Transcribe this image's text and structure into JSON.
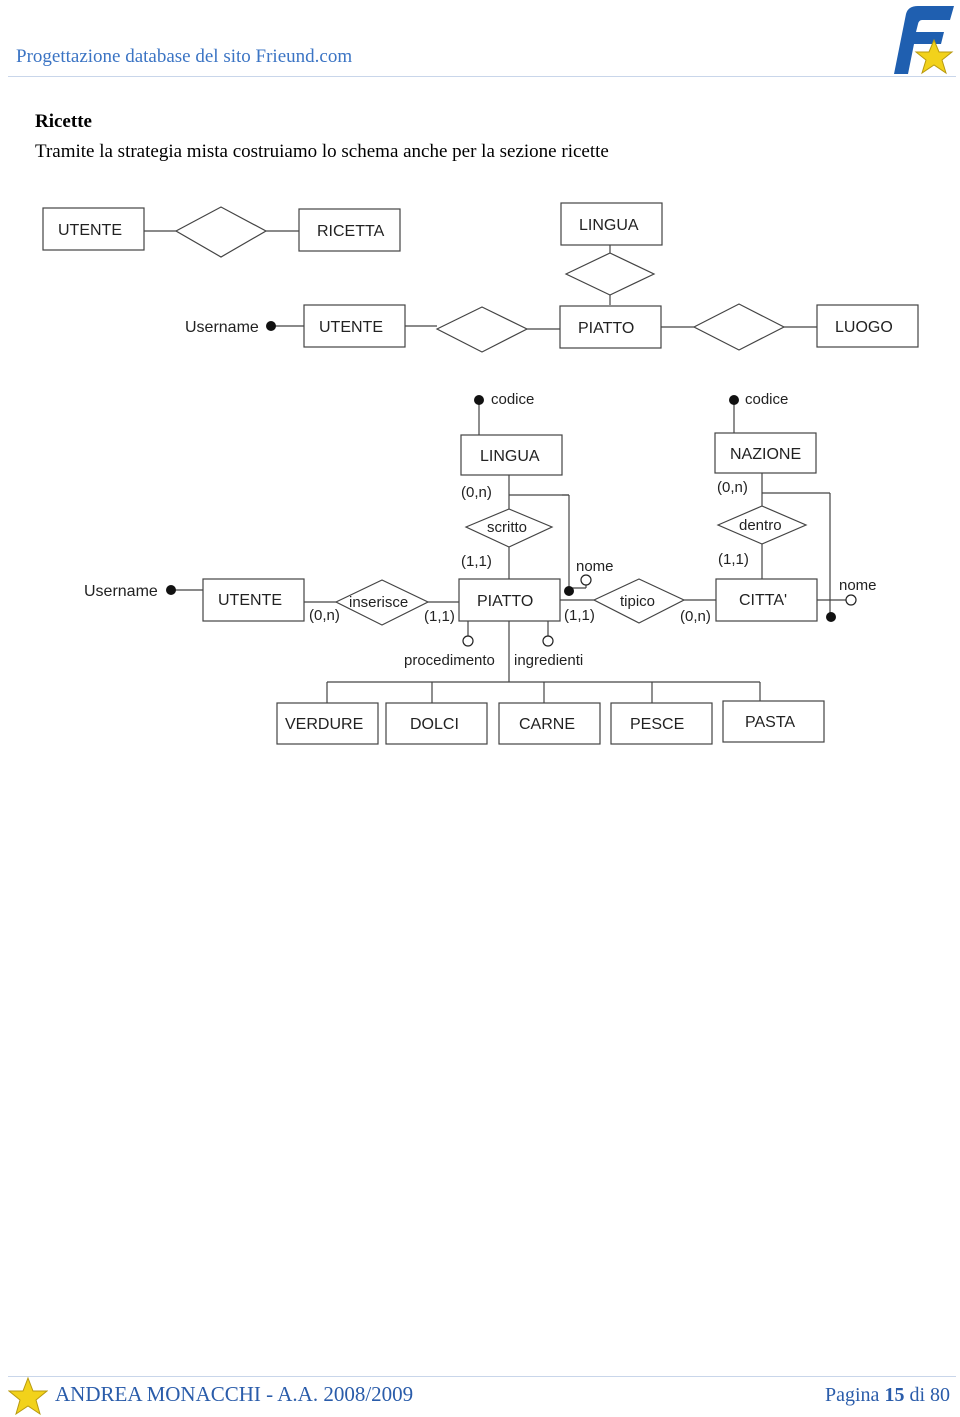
{
  "header": {
    "title": "Progettazione database del sito Frieund.com"
  },
  "section": {
    "title": "Ricette",
    "intro": "Tramite la strategia mista costruiamo lo schema anche per la sezione ricette"
  },
  "diagram": {
    "top": {
      "utente1": "UTENTE",
      "ricetta": "RICETTA",
      "lingua": "LINGUA",
      "username": "Username",
      "utente2": "UTENTE",
      "piatto": "PIATTO",
      "luogo": "LUOGO"
    },
    "bottom": {
      "lingua": "LINGUA",
      "nazione": "NAZIONE",
      "codice_lingua": "codice",
      "codice_nazione": "codice",
      "card_lingua": "(0,n)",
      "card_nazione": "(0,n)",
      "scritto": "scritto",
      "dentro": "dentro",
      "card_scritto_piatto": "(1,1)",
      "card_dentro_citta": "(1,1)",
      "nome_piatto": "nome",
      "nome_citta": "nome",
      "username": "Username",
      "utente": "UTENTE",
      "card_utente": "(0,n)",
      "inserisce": "inserisce",
      "card_inserisce_piatto": "(1,1)",
      "piatto": "PIATTO",
      "card_piatto_tipico": "(1,1)",
      "tipico": "tipico",
      "card_citta_tipico": "(0,n)",
      "citta": "CITTA'",
      "procedimento": "procedimento",
      "ingredienti": "ingredienti",
      "verdure": "VERDURE",
      "dolci": "DOLCI",
      "carne": "CARNE",
      "pesce": "PESCE",
      "pasta": "PASTA"
    }
  },
  "footer": {
    "author": "ANDREA MONACCHI - A.A. 2008/2009",
    "page_prefix": "Pagina",
    "page_number": "15",
    "page_mid": "di",
    "page_total": "80"
  },
  "colors": {
    "header_blue": "#3b74c4",
    "footer_blue": "#2a5caa",
    "logo_blue": "#1f5fb0",
    "star_yellow": "#f2d21b"
  }
}
